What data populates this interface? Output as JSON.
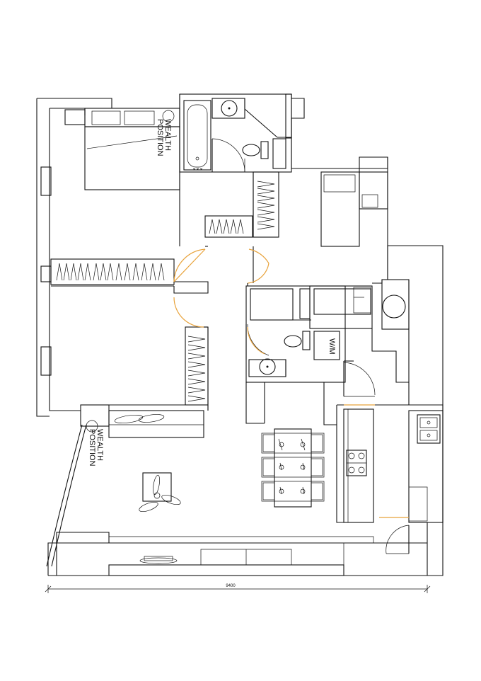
{
  "labels": {
    "wealth_top": [
      "WEALTH",
      "POSITION"
    ],
    "wealth_living": [
      "WEALTH",
      "POSITION"
    ],
    "washing_machine": "W/M"
  },
  "dimension": {
    "overall_width": "9400"
  },
  "colors": {
    "line": "#111111",
    "door_swing": "#e8a23a",
    "background": "#ffffff"
  }
}
